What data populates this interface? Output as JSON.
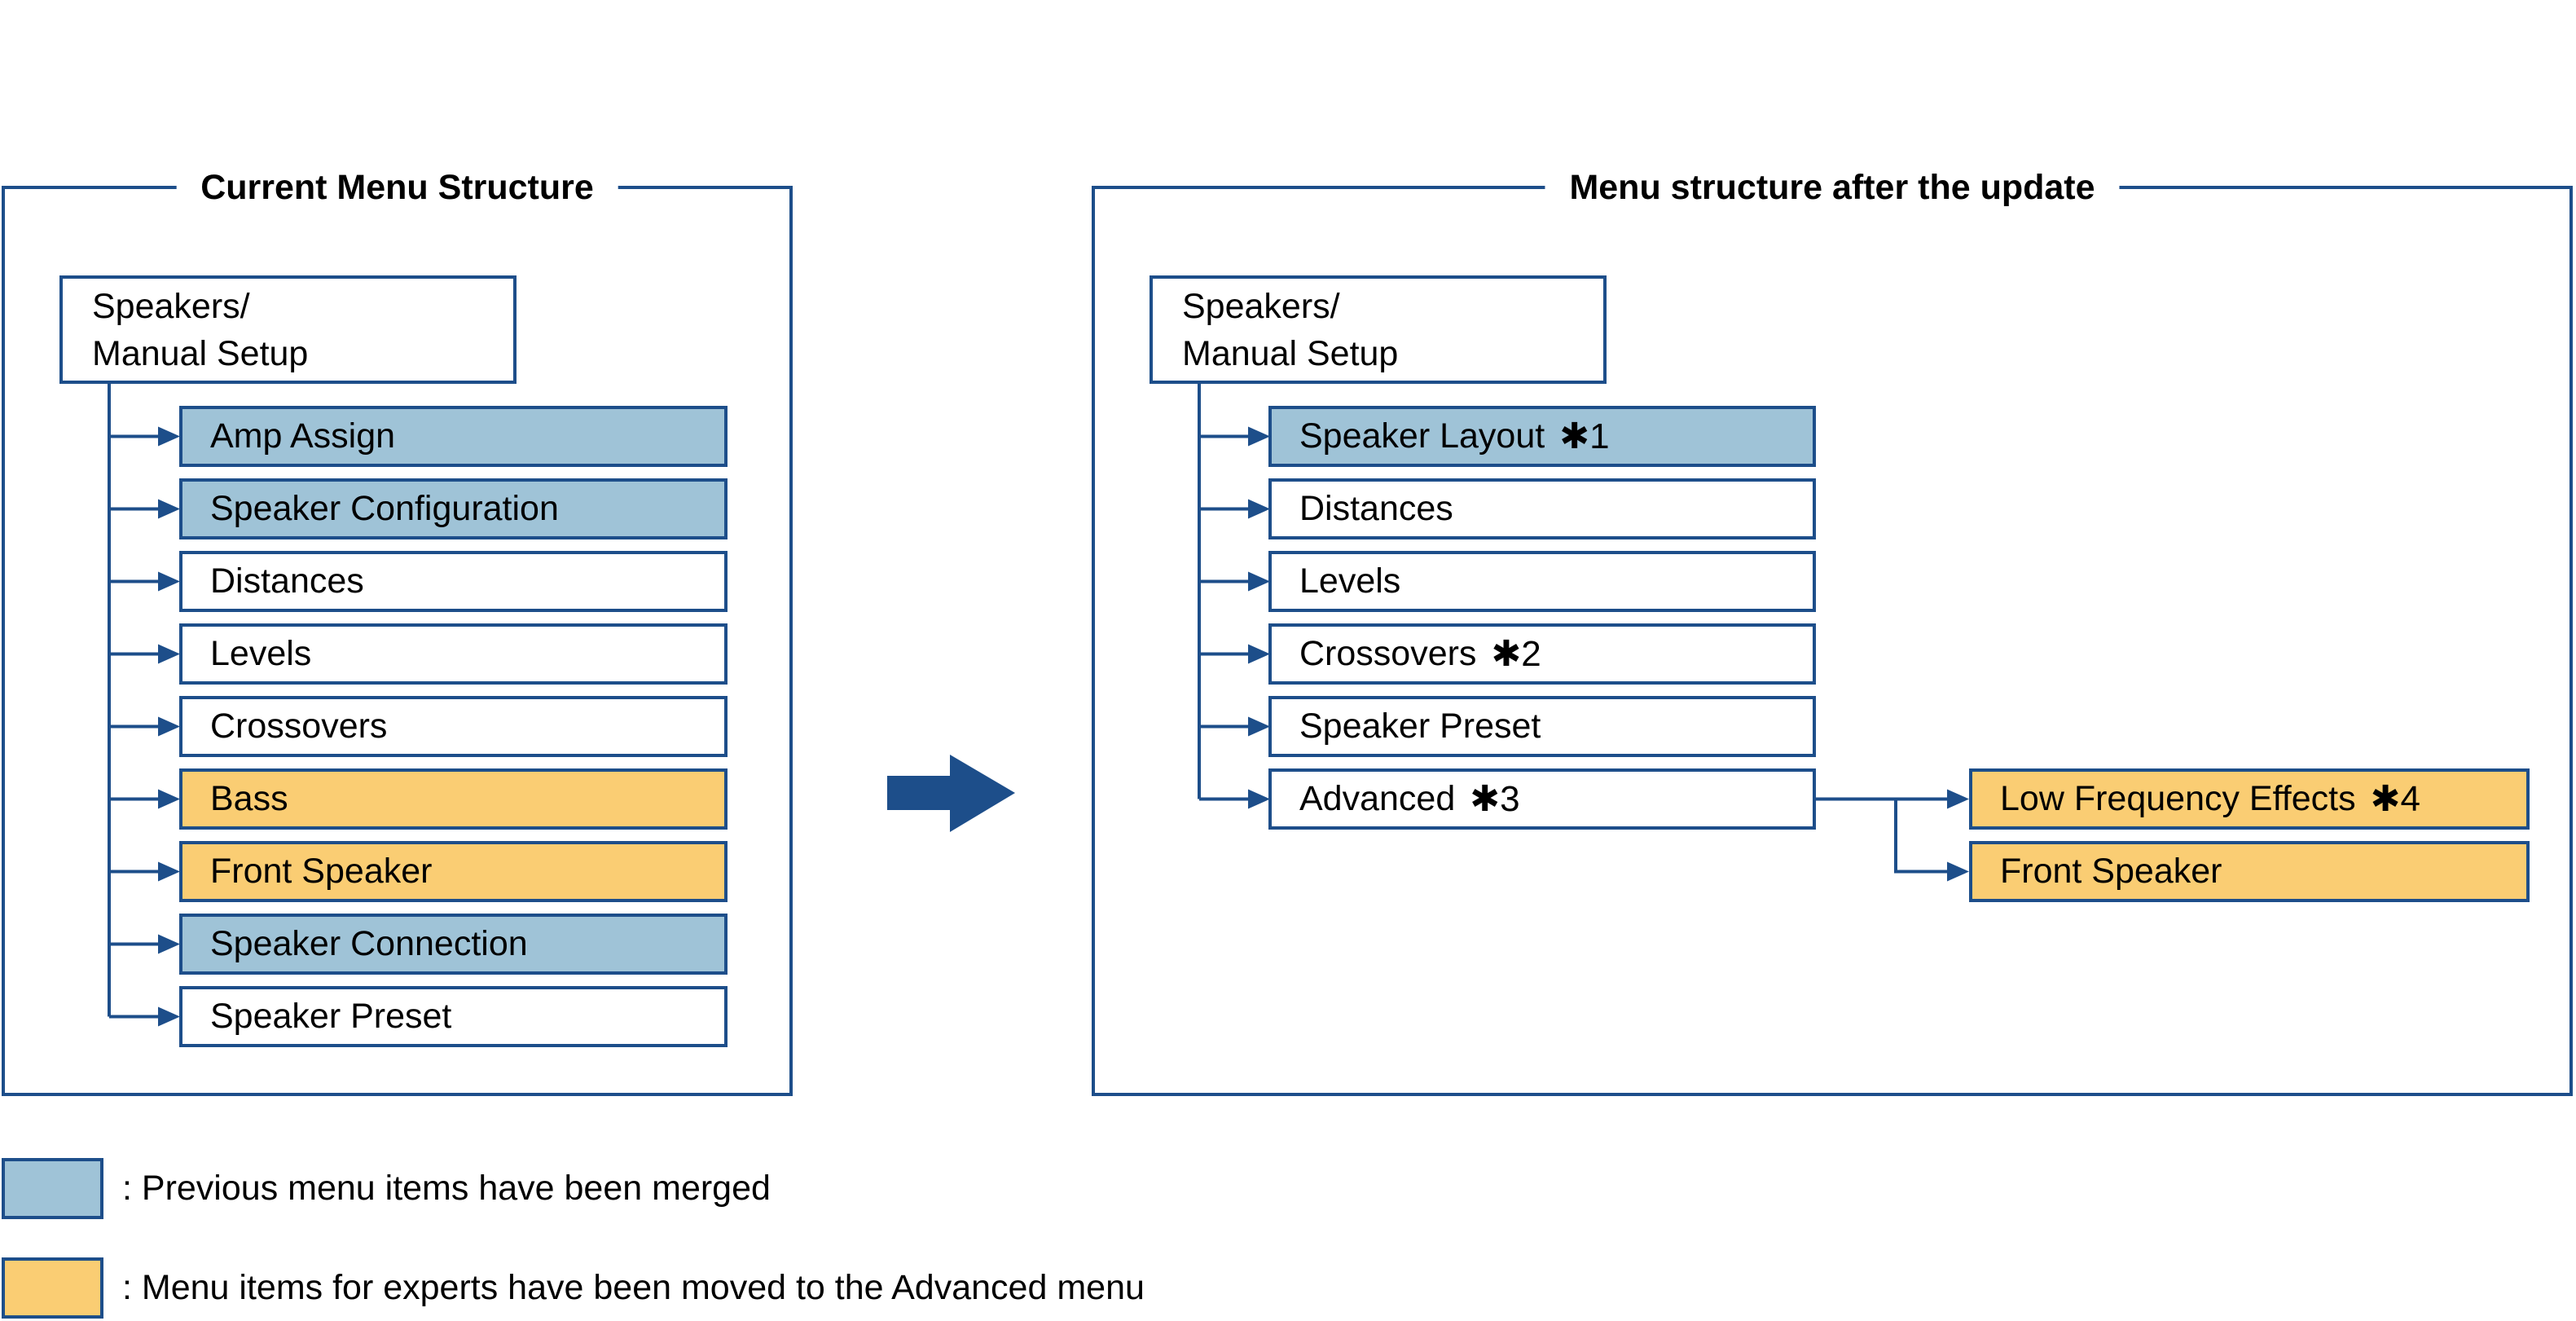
{
  "colors": {
    "line_navy": "#1d4e8a",
    "merged_blue": "#9fc3d7",
    "experts_yellow": "#facd73",
    "box_white": "#ffffff",
    "text_black": "#000000"
  },
  "left_panel": {
    "title": "Current Menu Structure",
    "root": {
      "line1": "Speakers/",
      "line2": "Manual Setup"
    },
    "items": [
      {
        "label": "Amp Assign",
        "marker": "",
        "type": "merged"
      },
      {
        "label": "Speaker Configuration",
        "marker": "",
        "type": "merged"
      },
      {
        "label": "Distances",
        "marker": "",
        "type": "normal"
      },
      {
        "label": "Levels",
        "marker": "",
        "type": "normal"
      },
      {
        "label": "Crossovers",
        "marker": "",
        "type": "normal"
      },
      {
        "label": "Bass",
        "marker": "",
        "type": "experts"
      },
      {
        "label": "Front Speaker",
        "marker": "",
        "type": "experts"
      },
      {
        "label": "Speaker Connection",
        "marker": "",
        "type": "merged"
      },
      {
        "label": "Speaker Preset",
        "marker": "",
        "type": "normal"
      }
    ]
  },
  "right_panel": {
    "title": "Menu structure after the update",
    "root": {
      "line1": "Speakers/",
      "line2": "Manual Setup"
    },
    "items": [
      {
        "label": "Speaker Layout",
        "marker": "✱1",
        "type": "merged"
      },
      {
        "label": "Distances",
        "marker": "",
        "type": "normal"
      },
      {
        "label": "Levels",
        "marker": "",
        "type": "normal"
      },
      {
        "label": "Crossovers",
        "marker": "✱2",
        "type": "normal"
      },
      {
        "label": "Speaker Preset",
        "marker": "",
        "type": "normal"
      },
      {
        "label": "Advanced",
        "marker": "✱3",
        "type": "normal"
      }
    ],
    "advanced_children": [
      {
        "label": "Low Frequency Effects",
        "marker": "✱4",
        "type": "experts"
      },
      {
        "label": "Front Speaker",
        "marker": "",
        "type": "experts"
      }
    ]
  },
  "legend": {
    "merged": {
      "text": ": Previous menu items have been merged"
    },
    "experts": {
      "text": ": Menu items for experts have been moved to the Advanced menu"
    }
  }
}
